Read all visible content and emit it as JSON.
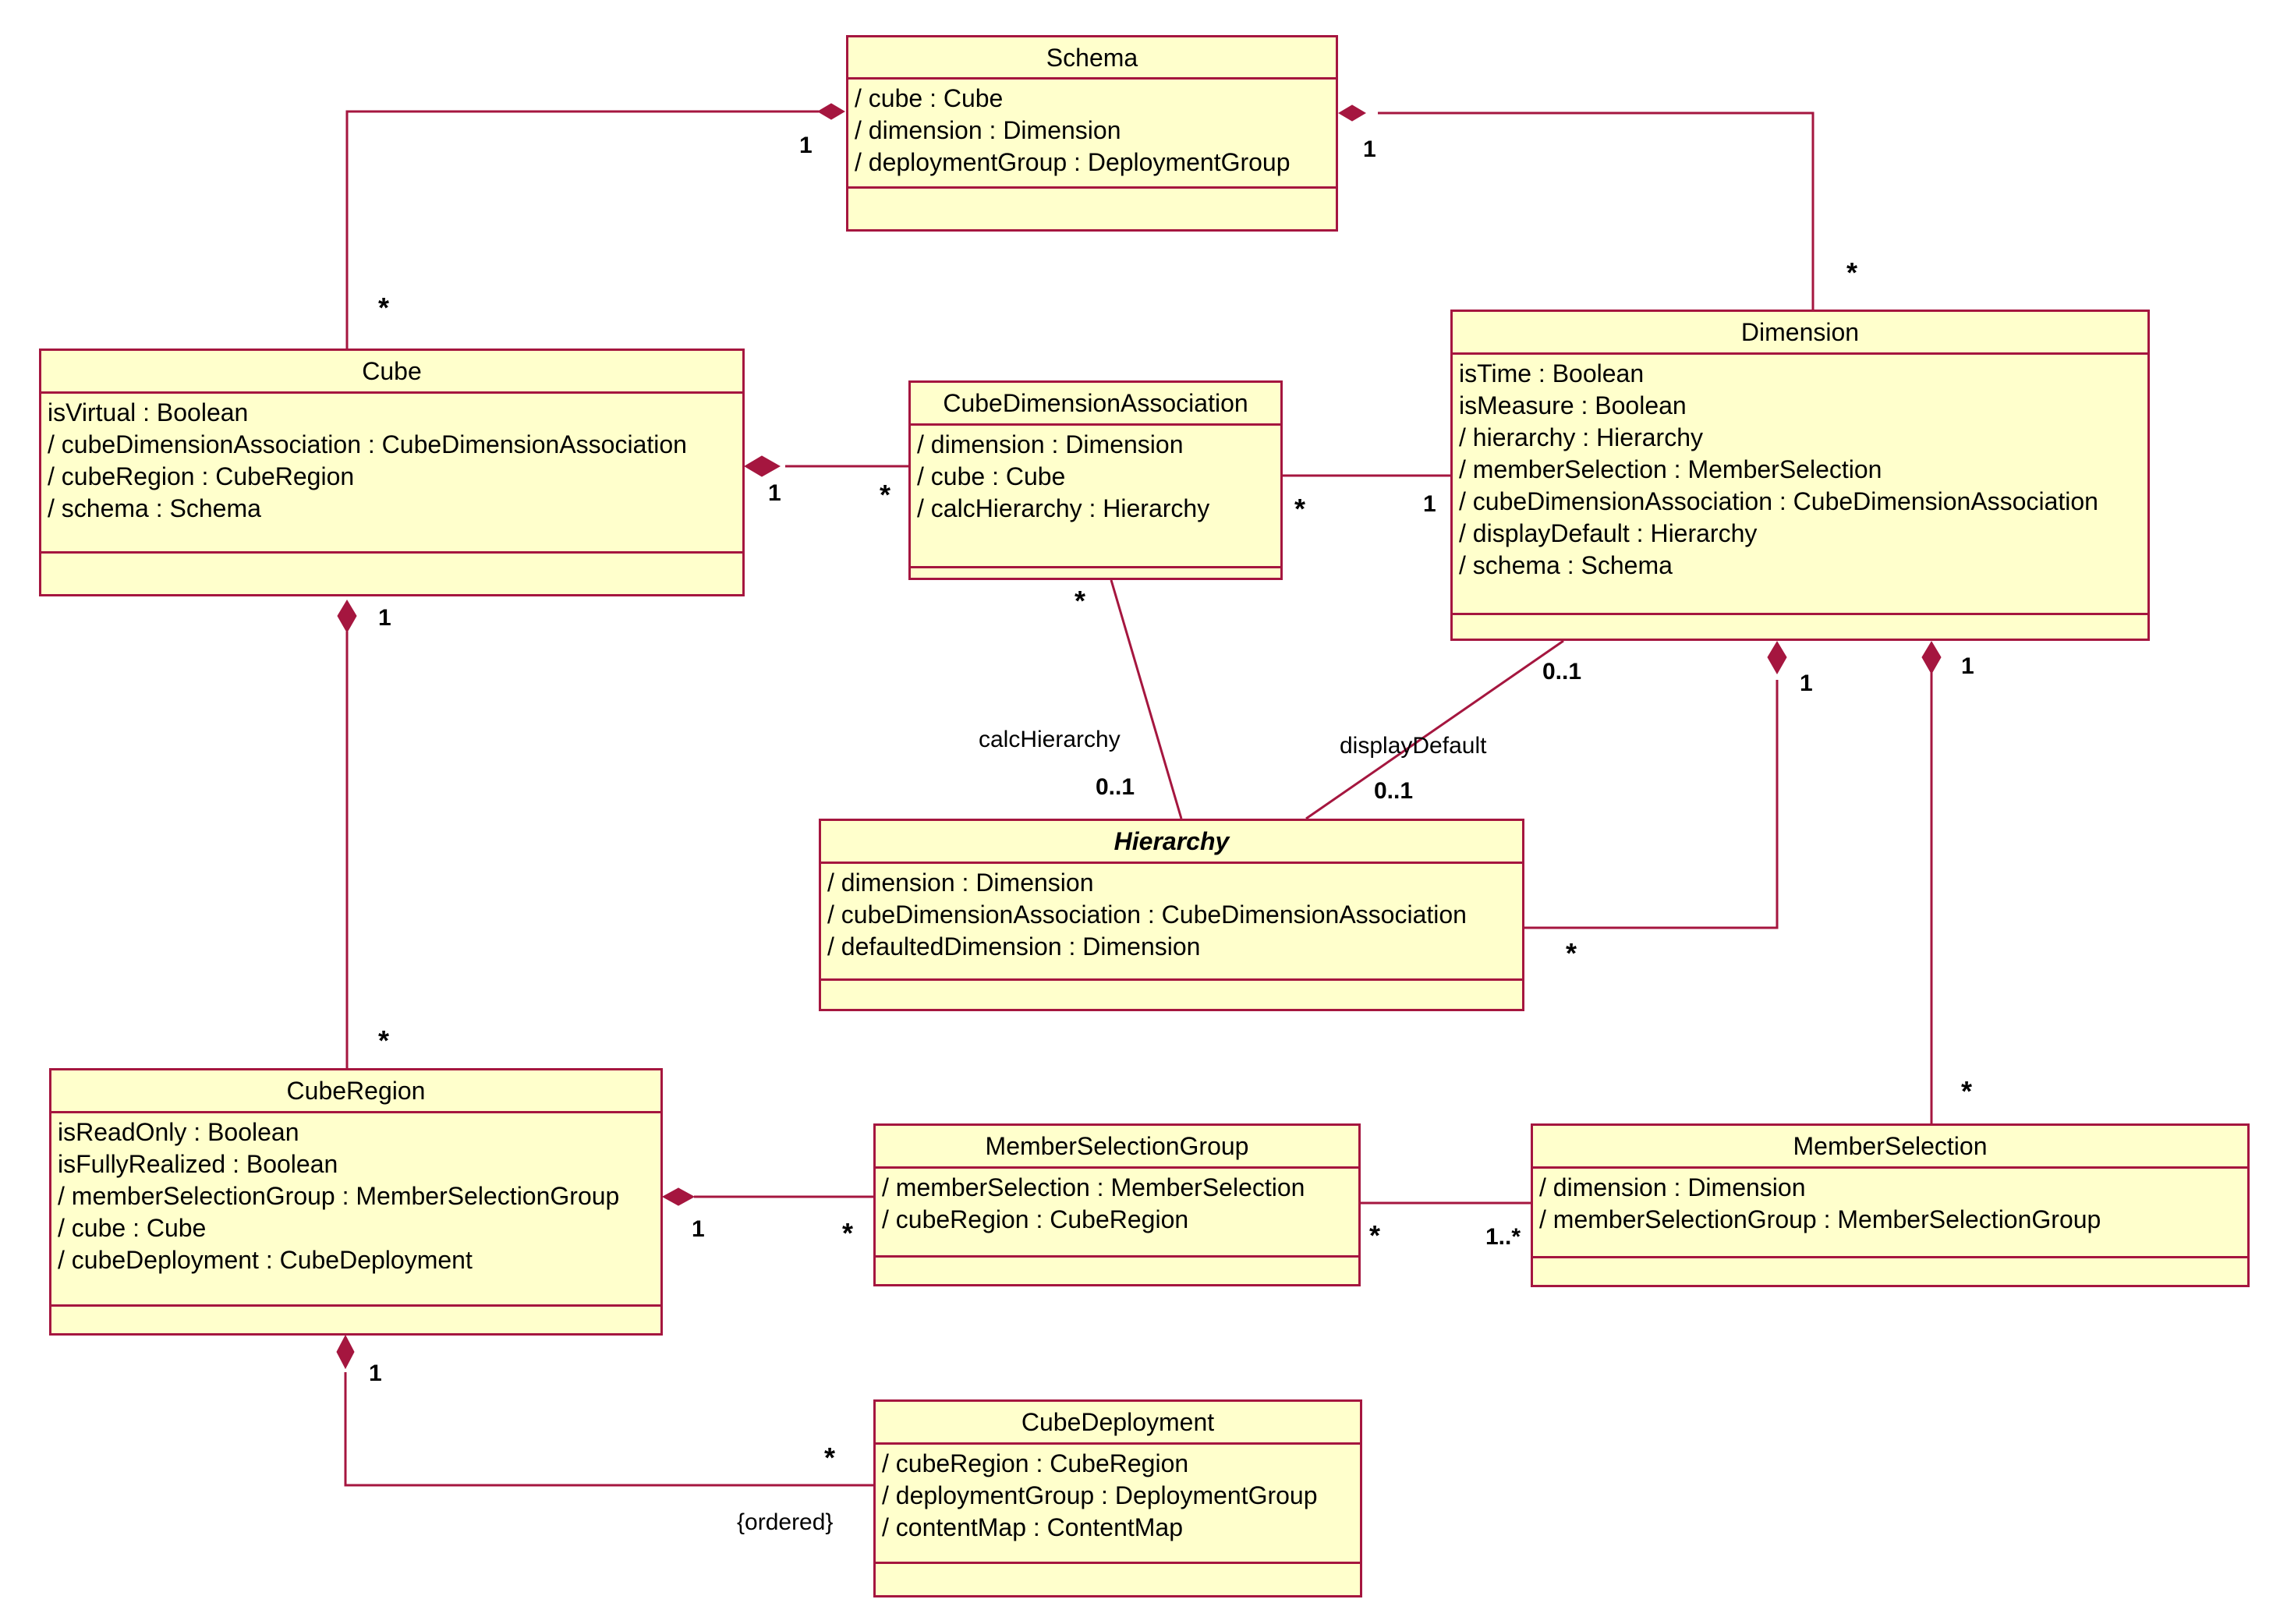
{
  "colors": {
    "line": "#a5163f",
    "class_fill": "#ffffcc",
    "text": "#000000"
  },
  "classes": {
    "schema": {
      "name": "Schema",
      "attributes": [
        "/ cube : Cube",
        "/ dimension : Dimension",
        "/ deploymentGroup : DeploymentGroup"
      ]
    },
    "cube": {
      "name": "Cube",
      "attributes": [
        "isVirtual : Boolean",
        "/ cubeDimensionAssociation : CubeDimensionAssociation",
        "/ cubeRegion : CubeRegion",
        "/ schema : Schema"
      ]
    },
    "cube_dimension_association": {
      "name": "CubeDimensionAssociation",
      "attributes": [
        "/ dimension : Dimension",
        "/ cube : Cube",
        "/ calcHierarchy : Hierarchy"
      ]
    },
    "dimension": {
      "name": "Dimension",
      "attributes": [
        "isTime : Boolean",
        "isMeasure : Boolean",
        "/ hierarchy : Hierarchy",
        "/ memberSelection : MemberSelection",
        "/ cubeDimensionAssociation : CubeDimensionAssociation",
        "/ displayDefault : Hierarchy",
        "/ schema : Schema"
      ]
    },
    "hierarchy": {
      "name": "Hierarchy",
      "attributes": [
        "/ dimension : Dimension",
        "/ cubeDimensionAssociation : CubeDimensionAssociation",
        "/ defaultedDimension : Dimension"
      ]
    },
    "cube_region": {
      "name": "CubeRegion",
      "attributes": [
        "isReadOnly : Boolean",
        "isFullyRealized : Boolean",
        "/ memberSelectionGroup : MemberSelectionGroup",
        "/ cube : Cube",
        "/ cubeDeployment : CubeDeployment"
      ]
    },
    "member_selection_group": {
      "name": "MemberSelectionGroup",
      "attributes": [
        "/ memberSelection : MemberSelection",
        "/ cubeRegion : CubeRegion"
      ]
    },
    "member_selection": {
      "name": "MemberSelection",
      "attributes": [
        "/ dimension : Dimension",
        "/ memberSelectionGroup : MemberSelectionGroup"
      ]
    },
    "cube_deployment": {
      "name": "CubeDeployment",
      "attributes": [
        "/ cubeRegion : CubeRegion",
        "/ deploymentGroup : DeploymentGroup",
        "/ contentMap : ContentMap"
      ]
    }
  },
  "labels": {
    "schema_cube_one": "1",
    "schema_cube_many": "*",
    "schema_dimension_one": "1",
    "schema_dimension_many": "*",
    "cube_cda_one": "1",
    "cube_cda_many": "*",
    "cda_dimension_many": "*",
    "cda_dimension_one": "1",
    "cube_region_one": "1",
    "cube_region_many": "*",
    "cda_hierarchy_many": "*",
    "calc_hierarchy_role": "calcHierarchy",
    "calc_hierarchy_mult": "0..1",
    "dimension_display_mult": "0..1",
    "display_default_role": "displayDefault",
    "display_default_mult": "0..1",
    "dimension_hierarchy_one": "1",
    "dimension_hierarchy_many": "*",
    "dimension_memsel_one": "1",
    "dimension_memsel_many": "*",
    "region_msg_one": "1",
    "region_msg_many": "*",
    "msg_memsel_many": "*",
    "msg_memsel_one_many": "1..*",
    "region_deployment_one": "1",
    "region_deployment_many": "*",
    "ordered_constraint": "{ordered}"
  }
}
